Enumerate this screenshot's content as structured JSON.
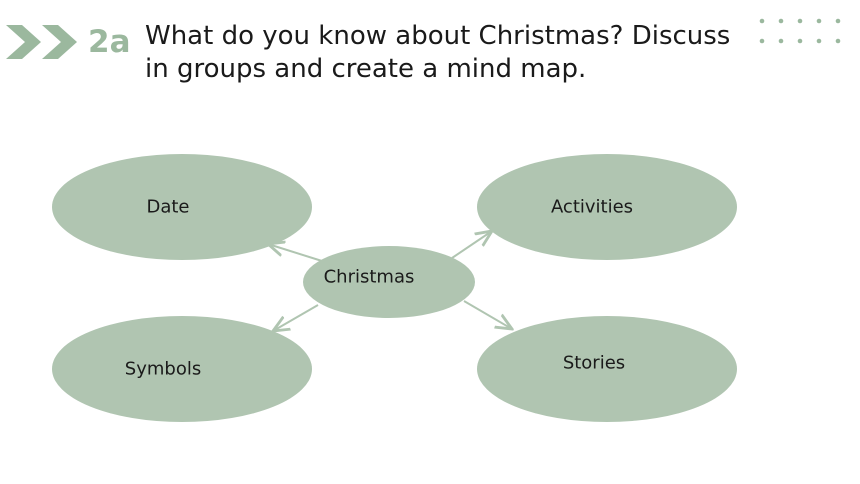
{
  "header": {
    "task_number": "2a",
    "instruction": "What do you know about Christmas? Discuss in groups and create a mind map."
  },
  "mindmap": {
    "center": "Christmas",
    "branches": [
      "Date",
      "Activities",
      "Symbols",
      "Stories"
    ]
  },
  "colors": {
    "node_fill": "#b0c5b1",
    "accent": "#9bb89e",
    "connector": "#b0c5b1"
  }
}
